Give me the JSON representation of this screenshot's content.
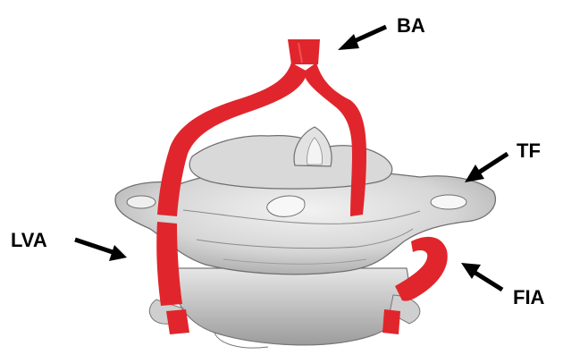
{
  "labels": {
    "ba": "BA",
    "tf": "TF",
    "lva": "LVA",
    "fia": "FIA"
  },
  "colors": {
    "artery": "#e0262c",
    "bone_fill": "#dcdcdc",
    "bone_shadow": "#a9a9a9",
    "bone_outline": "#6f6f6f",
    "arrow": "#000000"
  }
}
